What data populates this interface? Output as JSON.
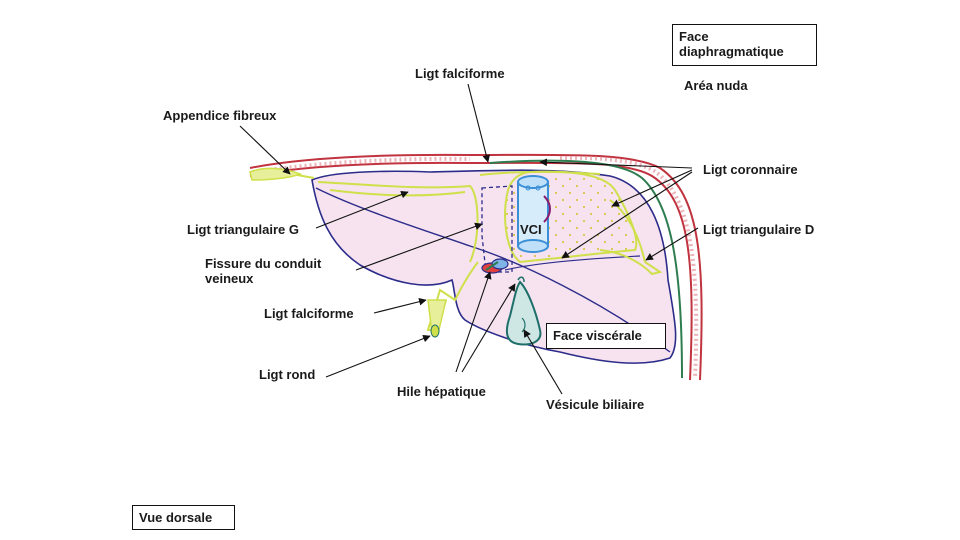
{
  "labels": {
    "face_diaphragmatique": "Face diaphragmatique",
    "area_nuda": "Aréa nuda",
    "ligt_falciforme_top": "Ligt falciforme",
    "appendice_fibreux": "Appendice fibreux",
    "ligt_coronnaire": "Ligt coronnaire",
    "ligt_triangulaire_g": "Ligt triangulaire G",
    "ligt_triangulaire_d": "Ligt triangulaire D",
    "vci": "VCI",
    "fissure_line1": "Fissure du conduit",
    "fissure_line2": "veineux",
    "ligt_falciforme_bottom": "Ligt falciforme",
    "face_viscerale": "Face viscérale",
    "ligt_rond": "Ligt rond",
    "hile_hepatique": "Hile hépatique",
    "vesicule_biliaire": "Vésicule biliaire",
    "vue_dorsale": "Vue dorsale"
  },
  "colors": {
    "diaphragm_red": "#c0333f",
    "peritoneum_green": "#2e7d4f",
    "ligament_yellow": "#cfe04a",
    "liver_outline_blue": "#2c2c8a",
    "liver_fill_pink": "#f6e3ef",
    "vci_blue": "#3a8fd6",
    "gallbladder_teal": "#1e6f6a",
    "bare_area_dots": "#d8c84a"
  }
}
